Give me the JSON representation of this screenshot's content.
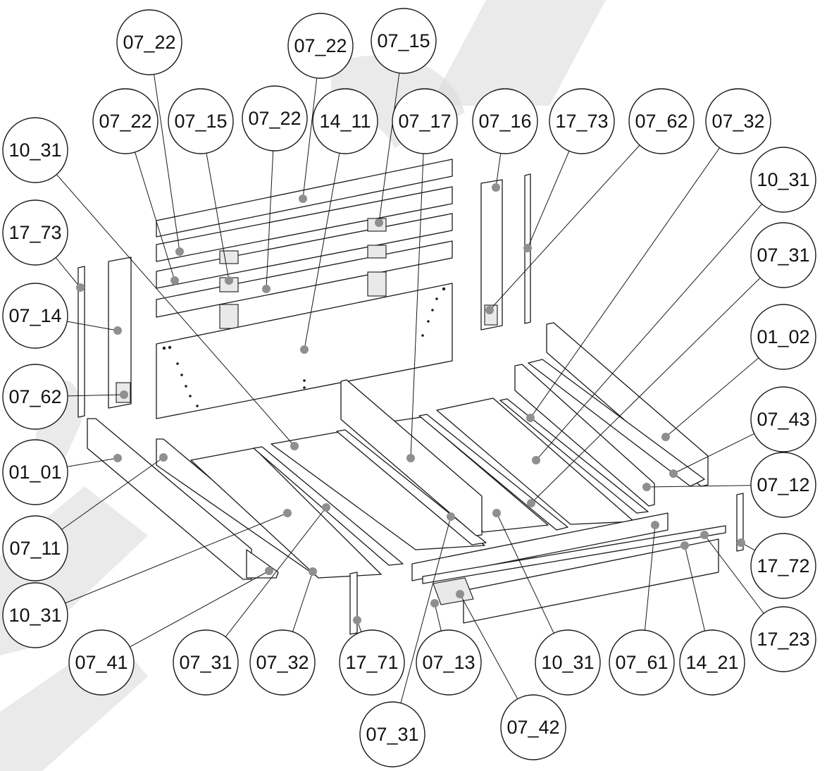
{
  "diagram": {
    "type": "exploded-assembly",
    "callouts": [
      {
        "id": "c1",
        "label": "07_22"
      },
      {
        "id": "c2",
        "label": "07_22"
      },
      {
        "id": "c3",
        "label": "07_15"
      },
      {
        "id": "c4",
        "label": "07_22"
      },
      {
        "id": "c5",
        "label": "07_15"
      },
      {
        "id": "c6",
        "label": "07_22"
      },
      {
        "id": "c7",
        "label": "14_11"
      },
      {
        "id": "c8",
        "label": "07_17"
      },
      {
        "id": "c9",
        "label": "07_16"
      },
      {
        "id": "c10",
        "label": "17_73"
      },
      {
        "id": "c11",
        "label": "07_62"
      },
      {
        "id": "c12",
        "label": "07_32"
      },
      {
        "id": "c13",
        "label": "10_31"
      },
      {
        "id": "c14",
        "label": "10_31"
      },
      {
        "id": "c15",
        "label": "17_73"
      },
      {
        "id": "c16",
        "label": "07_31"
      },
      {
        "id": "c17",
        "label": "07_14"
      },
      {
        "id": "c18",
        "label": "01_02"
      },
      {
        "id": "c19",
        "label": "07_62"
      },
      {
        "id": "c20",
        "label": "07_43"
      },
      {
        "id": "c21",
        "label": "01_01"
      },
      {
        "id": "c22",
        "label": "07_12"
      },
      {
        "id": "c23",
        "label": "07_11"
      },
      {
        "id": "c24",
        "label": "17_72"
      },
      {
        "id": "c25",
        "label": "10_31"
      },
      {
        "id": "c26",
        "label": "17_23"
      },
      {
        "id": "c27",
        "label": "07_41"
      },
      {
        "id": "c28",
        "label": "07_31"
      },
      {
        "id": "c29",
        "label": "07_32"
      },
      {
        "id": "c30",
        "label": "17_71"
      },
      {
        "id": "c31",
        "label": "07_13"
      },
      {
        "id": "c32",
        "label": "10_31"
      },
      {
        "id": "c33",
        "label": "07_61"
      },
      {
        "id": "c34",
        "label": "14_21"
      },
      {
        "id": "c35",
        "label": "07_42"
      },
      {
        "id": "c36",
        "label": "07_31"
      }
    ]
  }
}
